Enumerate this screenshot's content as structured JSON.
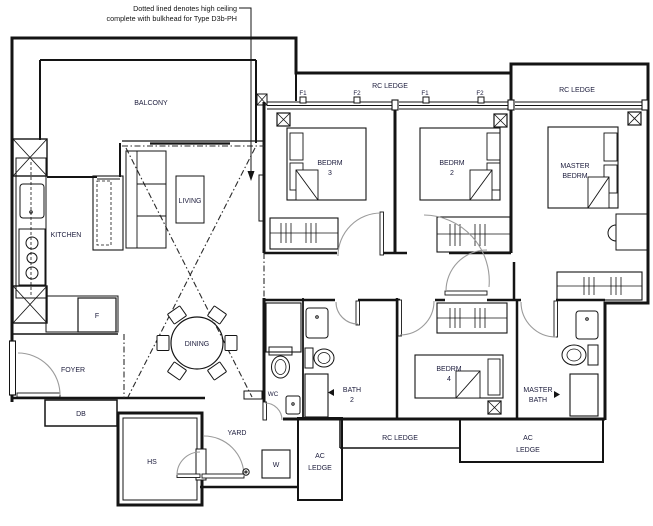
{
  "annotation": {
    "line1": "Dotted lined denotes high ceiling",
    "line2": "complete with bulkhead for Type D3b-PH"
  },
  "rooms": {
    "balcony": "BALCONY",
    "kitchen": "KITCHEN",
    "living": "LIVING",
    "dining": "DINING",
    "foyer": "FOYER",
    "yard": "YARD",
    "hs": "HS",
    "wc": "WC",
    "bath2_name": "BATH",
    "bath2_num": "2",
    "bedrm_name": "BEDRM",
    "bedrm3_num": "3",
    "bedrm2_num": "2",
    "bedrm4_num": "4",
    "master_line1": "MASTER",
    "master_bedrm_line2": "BEDRM",
    "master_bath_line2": "BATH"
  },
  "fixtures": {
    "db": "DB",
    "fridge": "F",
    "washer": "W"
  },
  "ledges": {
    "rc": "RC LEDGE",
    "ac_line1": "AC",
    "ac_line2": "LEDGE"
  },
  "windows": {
    "f1": "F1",
    "f2": "F2"
  },
  "colors": {
    "wall": "#141414",
    "text": "#1c1c3c",
    "door_arc": "#9b9b9b",
    "background": "#ffffff"
  }
}
